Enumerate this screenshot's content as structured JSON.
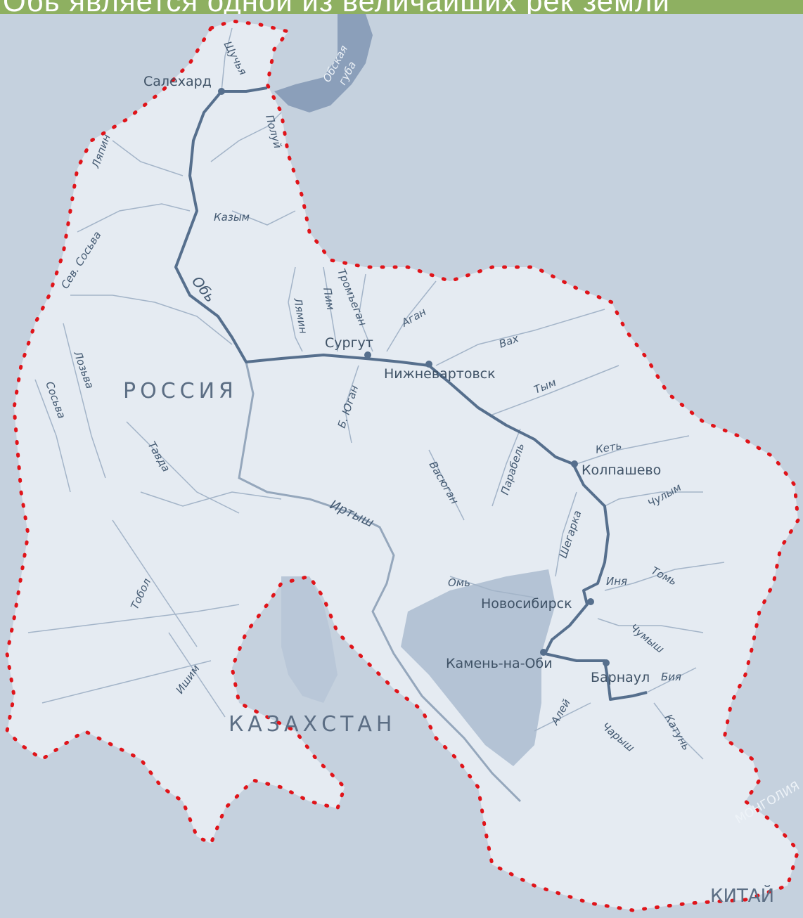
{
  "title": "Обь является одной из величайших рек земли",
  "countries": {
    "russia": "РОССИЯ",
    "kazakhstan": "КАЗАХСТАН",
    "china": "КИТАЙ",
    "mongolia": "МОНГОЛИЯ"
  },
  "bay": {
    "line1": "Обская",
    "line2": "губа"
  },
  "cities": {
    "salekhard": "Салехард",
    "surgut": "Сургут",
    "nizhnevartovsk": "Нижневартовск",
    "kolpashevo": "Колпашево",
    "novosibirsk": "Новосибирск",
    "kamen": "Камень-на-Оби",
    "barnaul": "Барнаул"
  },
  "rivers": {
    "ob": "Обь",
    "shuchya": "Щучья",
    "poluy": "Полуй",
    "lyapin": "Ляпин",
    "kazym": "Казым",
    "sev_sosva": "Сев. Сосьва",
    "lyamin": "Лямин",
    "pim": "Пим",
    "tromyegan": "Тромъеган",
    "agan": "Аган",
    "vakh": "Вах",
    "tym": "Тым",
    "b_yugan": "Б. Юган",
    "lozva": "Лозьва",
    "sosva": "Сосьва",
    "tavda": "Тавда",
    "ket": "Кеть",
    "parabel": "Парабель",
    "vasyugan": "Васюган",
    "chulym": "Чулым",
    "irtysh": "Иртыш",
    "shegarka": "Шегарка",
    "tom": "Томь",
    "inya": "Иня",
    "om": "Омь",
    "tobol": "Тобол",
    "chumysh": "Чумыш",
    "biya": "Бия",
    "ishim": "Ишим",
    "aley": "Алей",
    "charysh": "Чарыш",
    "katun": "Катунь"
  },
  "colors": {
    "background": "#c5d1de",
    "basin": "#e5ebf2",
    "ob_river": "#566f8d",
    "boundary": "#e0141a",
    "title_bar": "#8eb061"
  }
}
